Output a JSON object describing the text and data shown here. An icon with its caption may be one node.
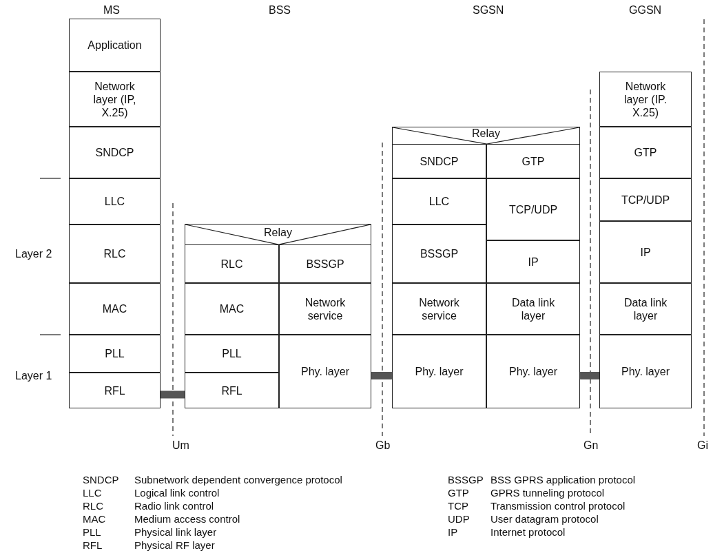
{
  "diagram": {
    "nodes": [
      {
        "text": [
          "Application"
        ]
      },
      {
        "text": [
          "Network layer (IP, X.25)"
        ]
      },
      {
        "text": [
          "SNDCP"
        ]
      },
      {
        "text": [
          "LLC"
        ]
      },
      {
        "text": [
          "RLC"
        ]
      },
      {
        "text": [
          "MAC"
        ]
      },
      {
        "text": [
          "PLL"
        ]
      },
      {
        "text": [
          "RFL"
        ]
      },
      {
        "text": [
          "Relay"
        ]
      },
      {
        "text": [
          "RLC"
        ]
      },
      {
        "text": [
          "BSSGP"
        ]
      },
      {
        "text": [
          "MAC"
        ]
      },
      {
        "text": [
          "Network service"
        ]
      },
      {
        "text": [
          "PLL"
        ]
      },
      {
        "text": [
          "RFL"
        ]
      },
      {
        "text": [
          "Phy. layer"
        ]
      },
      {
        "text": [
          "Relay"
        ]
      },
      {
        "text": [
          "SNDCP"
        ]
      },
      {
        "text": [
          "GTP"
        ]
      },
      {
        "text": [
          "LLC"
        ]
      },
      {
        "text": [
          "TCP/UDP"
        ]
      },
      {
        "text": [
          "BSSGP"
        ]
      },
      {
        "text": [
          "IP"
        ]
      },
      {
        "text": [
          "Network service"
        ]
      },
      {
        "text": [
          "Data link layer"
        ]
      },
      {
        "text": [
          "Phy. layer"
        ]
      },
      {
        "text": [
          "Phy. layer"
        ]
      },
      {
        "text": [
          "Network layer (IP. X.25)"
        ]
      },
      {
        "text": [
          "GTP"
        ]
      },
      {
        "text": [
          "TCP/UDP"
        ]
      },
      {
        "text": [
          "IP"
        ]
      },
      {
        "text": [
          "Data link layer"
        ]
      },
      {
        "text": [
          "Phy. layer"
        ]
      }
    ],
    "edges": [
      {
        "from": 7,
        "to": 14,
        "arrow": "none"
      },
      {
        "from": 15,
        "to": 25,
        "arrow": "none"
      },
      {
        "from": 26,
        "to": 32,
        "arrow": "none"
      }
    ],
    "labels": [
      "MS",
      "BSS",
      "SGSN",
      "GGSN",
      "Layer 2",
      "Layer 1",
      "Um",
      "Gb",
      "Gn",
      "Gi",
      "SNDCP",
      "Subnetwork dependent convergence protocol",
      "BSSGP",
      "BSS GPRS application protocol",
      "LLC",
      "Logical link control",
      "GTP",
      "GPRS tunneling protocol",
      "RLC",
      "Radio link control",
      "TCP",
      "Transmission control protocol",
      "MAC",
      "Medium access control",
      "UDP",
      "User datagram protocol",
      "PLL",
      "Physical link layer",
      "IP",
      "Internet protocol",
      "RFL",
      "Physical RF layer"
    ]
  }
}
